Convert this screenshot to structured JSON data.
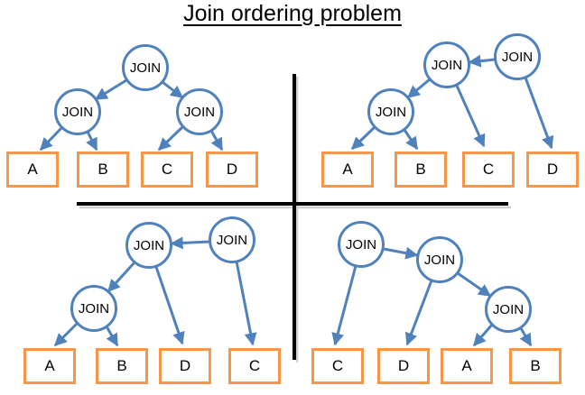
{
  "title": "Join ordering problem",
  "join_label": "JOIN",
  "colors": {
    "join_node_stroke": "#4f81bd",
    "arrow": "#4f81bd",
    "leaf_stroke": "#f79646",
    "divider": "#000000",
    "text": "#000000"
  },
  "quadrants": [
    {
      "position": "top-left",
      "tree": "JOIN(JOIN(A,B), JOIN(C,D))",
      "joins": [
        "JOIN",
        "JOIN",
        "JOIN"
      ],
      "leaves": [
        "A",
        "B",
        "C",
        "D"
      ]
    },
    {
      "position": "top-right",
      "tree": "JOIN(JOIN(JOIN(A,B),C), D)",
      "joins": [
        "JOIN",
        "JOIN",
        "JOIN"
      ],
      "leaves": [
        "A",
        "B",
        "C",
        "D"
      ]
    },
    {
      "position": "bottom-left",
      "tree": "JOIN(JOIN(JOIN(A,B),D), C)",
      "joins": [
        "JOIN",
        "JOIN",
        "JOIN"
      ],
      "leaves": [
        "A",
        "B",
        "D",
        "C"
      ]
    },
    {
      "position": "bottom-right",
      "tree": "JOIN(C, JOIN(D, JOIN(A,B)))",
      "joins": [
        "JOIN",
        "JOIN",
        "JOIN"
      ],
      "leaves": [
        "C",
        "D",
        "A",
        "B"
      ]
    }
  ]
}
